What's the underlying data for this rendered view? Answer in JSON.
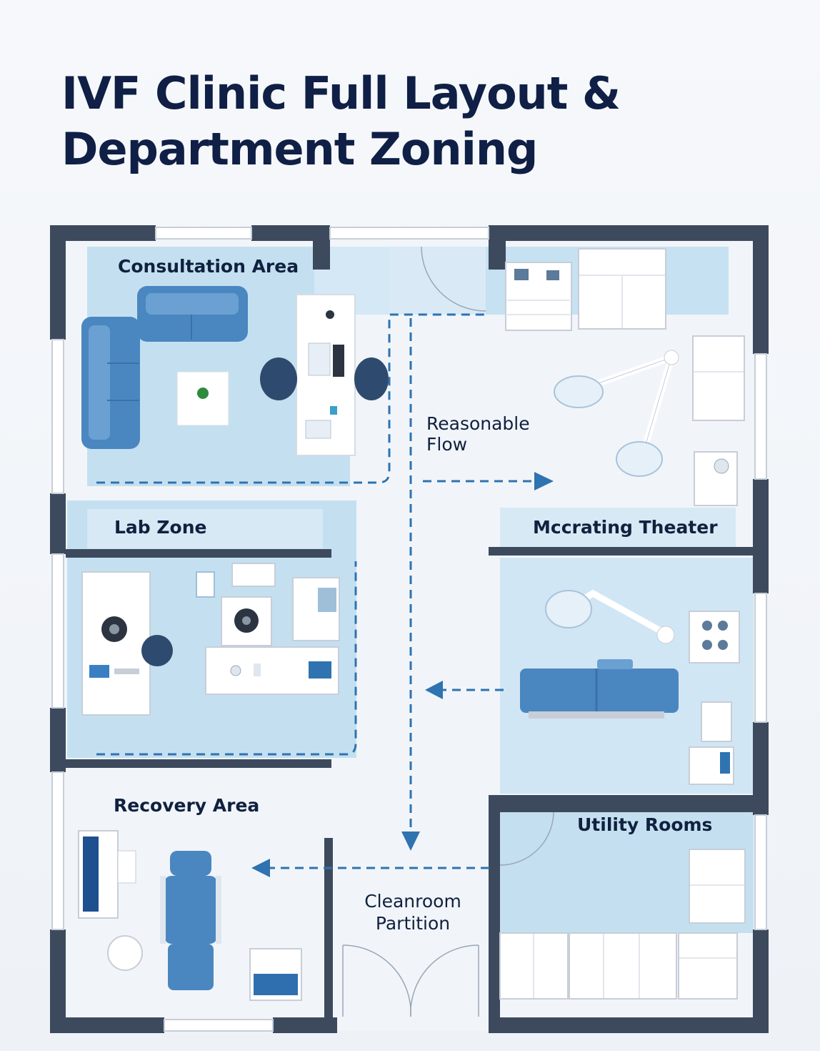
{
  "title": {
    "line1": "IVF Clinic Full Layout &",
    "line2": "Department Zoning"
  },
  "zones": {
    "consultation": "Consultation Area",
    "lab": "Lab Zone",
    "operating": "Mccrating Theater",
    "recovery": "Recovery Area",
    "utility": "Utility Rooms"
  },
  "annotations": {
    "flow_line1": "Reasonable",
    "flow_line2": "Flow",
    "partition_line1": "Cleanroom",
    "partition_line2": "Partition"
  },
  "colors": {
    "wall": "#3d4a5e",
    "zone_fill": "#bcdcef",
    "furniture_blue": "#4a87c0",
    "flow_arrow": "#2f73b0",
    "title": "#0f1f45"
  }
}
